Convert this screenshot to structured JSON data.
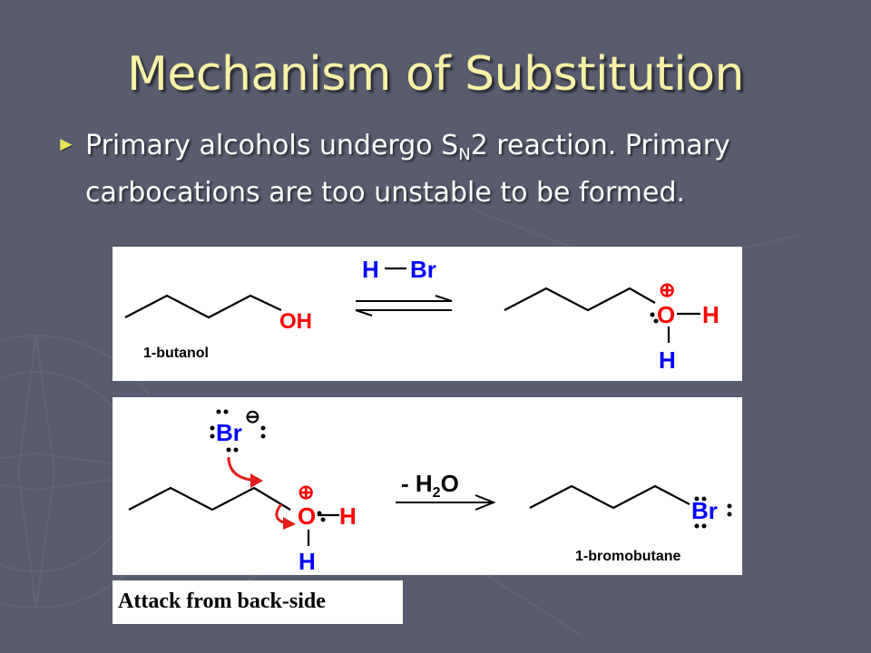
{
  "slide": {
    "title": "Mechanism of Substitution",
    "bullet_line1_pre": "Primary alcohols undergo S",
    "bullet_line1_sub": "N",
    "bullet_line1_post": "2 reaction. Primary",
    "bullet_line2": "carbocations are too unstable to be formed.",
    "caption": "Attack from back-side"
  },
  "reaction1": {
    "reactant_group": "OH",
    "reactant_name": "1-butanol",
    "reagent_h": "H",
    "reagent_br": "Br",
    "product_o": "O",
    "product_h_right": "H",
    "product_h_down": "H",
    "charge_plus": "⊕"
  },
  "reaction2": {
    "nucleophile": "Br",
    "charge_minus": "⊖",
    "charge_plus": "⊕",
    "substrate_o": "O",
    "substrate_h_right": "H",
    "substrate_h_down": "H",
    "arrow_label": "- H",
    "arrow_label_sub": "2",
    "arrow_label_o": "O",
    "product_br": "Br",
    "product_name": "1-bromobutane"
  },
  "colors": {
    "background": "#585c6e",
    "title": "#f7f1a8",
    "heteroatom_red": "#ff0000",
    "reagent_blue": "#0000ff",
    "curly_arrow": "#e0201c"
  }
}
